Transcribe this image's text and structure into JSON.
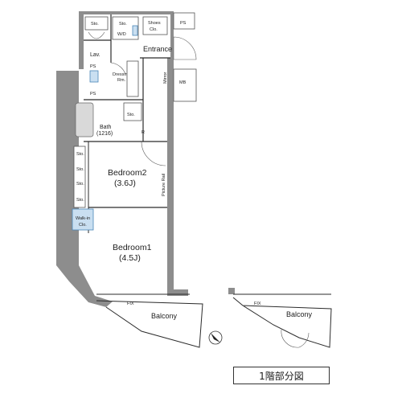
{
  "rooms": {
    "sto_lav": "Sto.",
    "sto_wd": "Sto.",
    "wd": "W/D",
    "shoes": "Shoes",
    "shoes2": "Clo.",
    "ps_top": "PS",
    "lav": "Lav.",
    "entrance": "Entrance",
    "ps_left1": "PS",
    "ps_left2": "PS",
    "dressing": "Dressing",
    "dressing2": "Rm.",
    "mirror": "Mirror",
    "mb": "MB",
    "sto_bath": "Sto.",
    "bath": "Bath",
    "bath_size": "(1216)",
    "r": "R",
    "bedroom2": "Bedroom2",
    "bedroom2_size": "(3.6J)",
    "sto_b2": [
      "Sto.",
      "Sto.",
      "Sto.",
      "Sto."
    ],
    "picture_rail": "Picture Rail",
    "walkin": "Walk-in",
    "walkin2": "Clo.",
    "bedroom1": "Bedroom1",
    "bedroom1_size": "(4.5J)",
    "fix_left": "FIX",
    "fix_right": "FIX",
    "balcony_left": "Balcony",
    "balcony_right": "Balcony"
  },
  "floor_label": "1階部分図",
  "icons": {
    "compass": "north-arrow-icon"
  }
}
